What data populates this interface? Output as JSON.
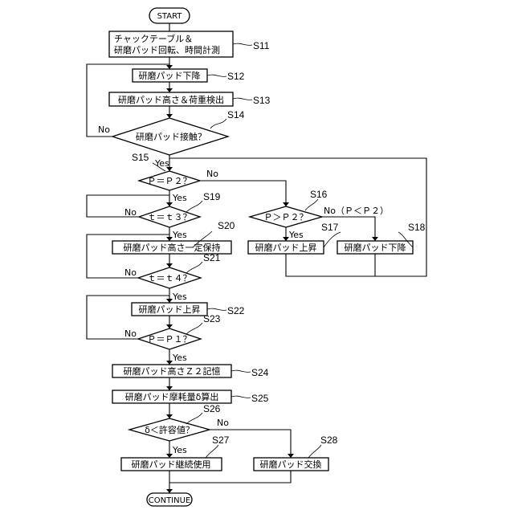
{
  "terminals": {
    "start": "START",
    "end": "CONTINUE"
  },
  "boxes": {
    "s11_line1": "チャックテーブル＆",
    "s11_line2": "研磨パッド回転、時間計測",
    "s12": "研磨パッド下降",
    "s13": "研磨パッド高さ＆荷重検出",
    "s20": "研磨パッド高さ一定保持",
    "s22": "研磨パッド上昇",
    "s24": "研磨パッド高さＺ２記憶",
    "s25": "研磨パッド摩耗量δ算出",
    "s17": "研磨パッド上昇",
    "s18": "研磨パッド下降",
    "s27": "研磨パッド継続使用",
    "s28": "研磨パッド交換"
  },
  "decisions": {
    "s14": "研磨パッド接触？",
    "s15": "Ｐ＝Ｐ２？",
    "s19": "ｔ＝ｔ３？",
    "s21": "ｔ＝ｔ４？",
    "s23": "Ｐ＝Ｐ１？",
    "s16": "Ｐ＞Ｐ２？",
    "s26": "δ＜許容値？"
  },
  "branch_labels": {
    "yes": "Yes",
    "no": "No",
    "no_p_lt_p2": "No（Ｐ＜Ｐ２）"
  },
  "step_labels": {
    "s11": "S11",
    "s12": "S12",
    "s13": "S13",
    "s14": "S14",
    "s15": "S15",
    "s16": "S16",
    "s17": "S17",
    "s18": "S18",
    "s19": "S19",
    "s20": "S20",
    "s21": "S21",
    "s22": "S22",
    "s23": "S23",
    "s24": "S24",
    "s25": "S25",
    "s26": "S26",
    "s27": "S27",
    "s28": "S28"
  }
}
